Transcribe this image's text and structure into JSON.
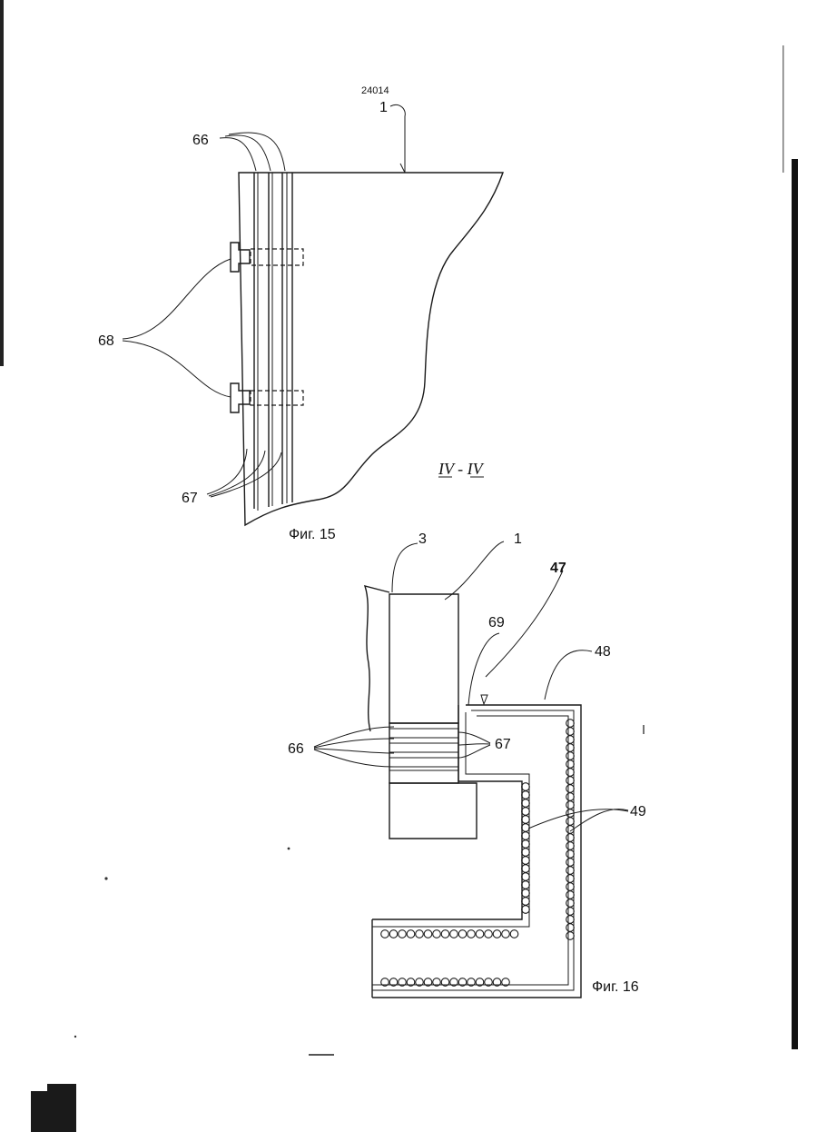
{
  "document": {
    "doc_number": "24014",
    "colors": {
      "ink": "#1a1a1a",
      "paper": "#ffffff"
    }
  },
  "figure15": {
    "caption": "Фиг. 15",
    "section_mark": "IV - IV",
    "labels": {
      "l1": "1",
      "l66": "66",
      "l67": "67",
      "l68": "68"
    }
  },
  "figure16": {
    "caption": "Фиг. 16",
    "labels": {
      "l1": "1",
      "l3": "3",
      "l47": "47",
      "l48": "48",
      "l49": "49",
      "l66": "66",
      "l67": "67",
      "l69": "69"
    }
  }
}
